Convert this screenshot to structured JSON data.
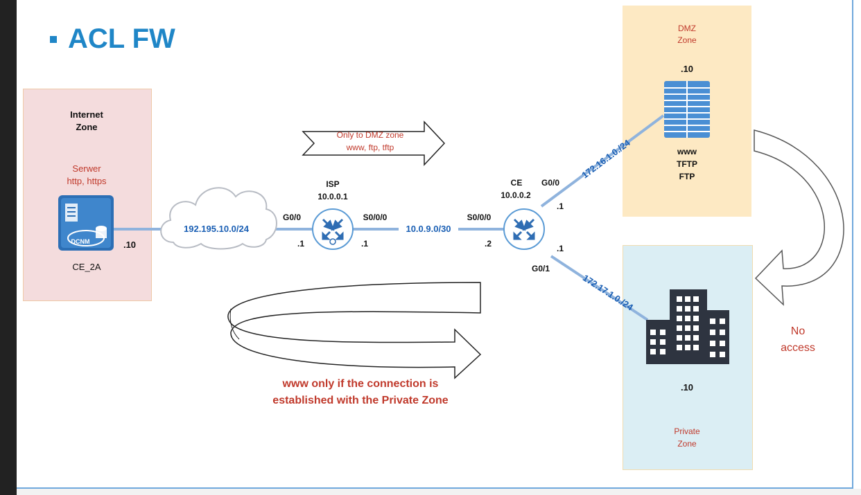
{
  "title": "ACL FW",
  "zones": {
    "internet": {
      "name_line1": "Internet",
      "name_line2": "Zone",
      "server_line1": "Serwer",
      "server_line2": "http, https",
      "host_label": "CE_2A",
      "host_ip": ".10",
      "host_icon_text": "DCNM"
    },
    "dmz": {
      "name_line1": "DMZ",
      "name_line2": "Zone",
      "host_ip": ".10",
      "service1": "www",
      "service2": "TFTP",
      "service3": "FTP"
    },
    "private": {
      "name_line1": "Private",
      "name_line2": "Zone",
      "host_ip": ".10"
    }
  },
  "routers": {
    "isp": {
      "name": "ISP",
      "ip": "10.0.0.1",
      "if_left": "G0/0",
      "if_left_ip": ".1",
      "if_right": "S0/0/0",
      "if_right_ip": ".1"
    },
    "ce": {
      "name": "CE",
      "ip": "10.0.0.2",
      "if_left": "S0/0/0",
      "if_left_ip": ".2",
      "if_top": "G0/0",
      "if_top_ip": ".1",
      "if_bottom": "G0/1",
      "if_bottom_ip": ".1"
    }
  },
  "networks": {
    "internet_link": "192.195.10.0/24",
    "wan_link": "10.0.9.0/30",
    "dmz_link": "172.16.1.0./24",
    "private_link": "172.17.1.0./24"
  },
  "notes": {
    "arrow_line1": "Only to DMZ zone",
    "arrow_line2": "www, ftp, tftp",
    "return_line1": "www only if the connection is",
    "return_line2": "established with the Private Zone",
    "no_access_line1": "No",
    "no_access_line2": "access"
  },
  "colors": {
    "title": "#1f86c7",
    "link": "#8fb3dd",
    "network_label": "#1a5fb4",
    "note_red": "#c0392b",
    "internet_zone": "#f4dcdd",
    "dmz_zone": "#fde9c3",
    "private_zone": "#dbeef4"
  },
  "icons": [
    "server-icon",
    "router-icon",
    "cloud-icon",
    "server-rack-icon",
    "building-icon",
    "arrow-icon",
    "curved-arrow-icon"
  ]
}
